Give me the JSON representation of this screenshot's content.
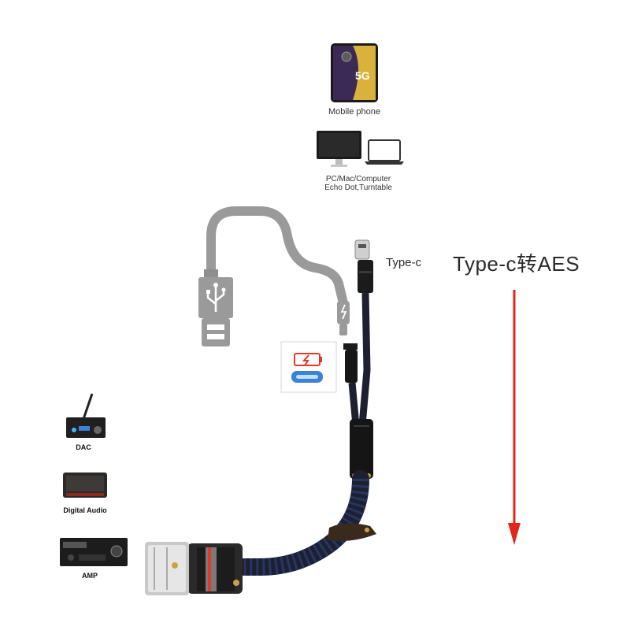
{
  "top_devices": {
    "phone_label": "Mobile phone",
    "phone_screen_text": "5G",
    "computer_label_line1": "PC/Mac/Computer",
    "computer_label_line2": "Echo Dot,Turntable"
  },
  "cable": {
    "connector_label": "Type-c",
    "title": "Type-c转AES"
  },
  "left_devices": {
    "dac_label": "DAC",
    "digital_audio_label": "Digital Audio",
    "amp_label": "AMP"
  },
  "colors": {
    "arrow": "#e0281c",
    "usb_gray": "#9a9a9a",
    "cable_dark": "#1d2030",
    "braid_blue": "#2b3f7a",
    "gold": "#c9a24a",
    "charge_red": "#e23a2a",
    "port_blue": "#3b82d6"
  }
}
